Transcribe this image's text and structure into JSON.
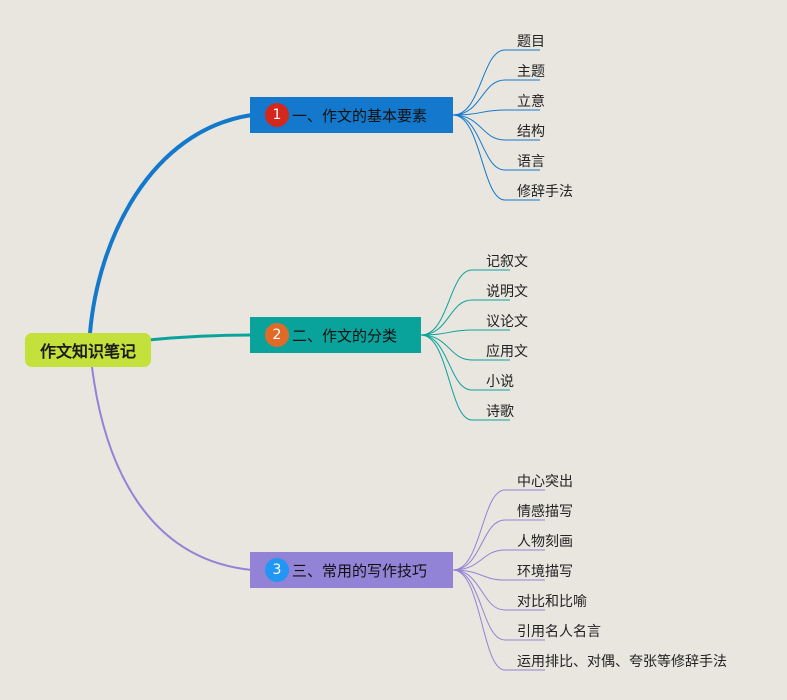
{
  "root": {
    "label": "作文知识笔记"
  },
  "branches": [
    {
      "num": "1",
      "label": "一、作文的基本要素",
      "color": "#1479cc",
      "badge_color": "#d4281d",
      "leaves": [
        "题目",
        "主题",
        "立意",
        "结构",
        "语言",
        "修辞手法"
      ]
    },
    {
      "num": "2",
      "label": "二、作文的分类",
      "color": "#0aa39c",
      "badge_color": "#e06a28",
      "leaves": [
        "记叙文",
        "说明文",
        "议论文",
        "应用文",
        "小说",
        "诗歌"
      ]
    },
    {
      "num": "3",
      "label": "三、常用的写作技巧",
      "color": "#9383d6",
      "badge_color": "#2196f3",
      "leaves": [
        "中心突出",
        "情感描写",
        "人物刻画",
        "环境描写",
        "对比和比喻",
        "引用名人名言",
        "运用排比、对偶、夸张等修辞手法"
      ]
    }
  ]
}
